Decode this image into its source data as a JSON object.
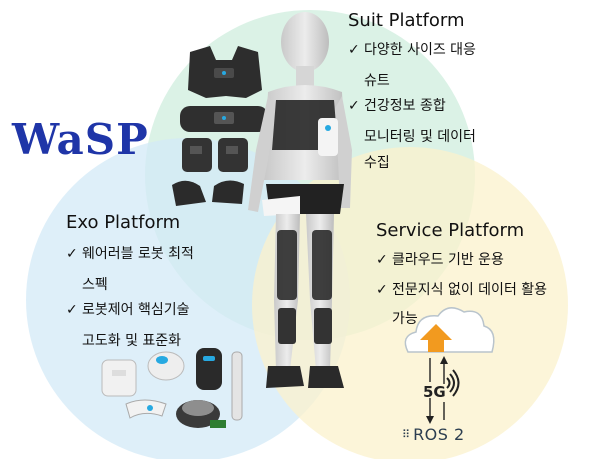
{
  "logo": {
    "text": "WaSP",
    "color": "#1f35a8"
  },
  "circles": {
    "suit_color": "#cfeedd",
    "exo_color": "#d3eaf7",
    "service_color": "#fbf1cc"
  },
  "suit": {
    "title": "Suit Platform",
    "items": [
      {
        "lines": [
          "다양한 사이즈 대응",
          "슈트"
        ]
      },
      {
        "lines": [
          "건강정보 종합",
          "모니터링 및 데이터",
          "수집"
        ]
      }
    ]
  },
  "exo": {
    "title": "Exo Platform",
    "items": [
      {
        "lines": [
          "웨어러블 로봇 최적",
          "스펙"
        ]
      },
      {
        "lines": [
          "로봇제어 핵심기술",
          "고도화 및 표준화"
        ]
      }
    ]
  },
  "service": {
    "title": "Service Platform",
    "items": [
      {
        "lines": [
          "클라우드 기반 운용"
        ]
      },
      {
        "lines": [
          "전문지식 없이 데이터 활용",
          "가능"
        ]
      }
    ]
  },
  "check_glyph": "✓",
  "network": {
    "label_5g": "5G",
    "ros_label": "ROS 2",
    "ros_dots": "⠿"
  },
  "icons": {
    "cloud": "cloud-icon",
    "upload_arrow": "arrow-up-icon",
    "wireless": "wireless-signal-icon",
    "ros_logo": "ros-logo-icon",
    "robot": "wearable-robot-figure",
    "suit_parts": "suit-parts-illustration",
    "exo_parts": "exo-hardware-parts-illustration"
  }
}
